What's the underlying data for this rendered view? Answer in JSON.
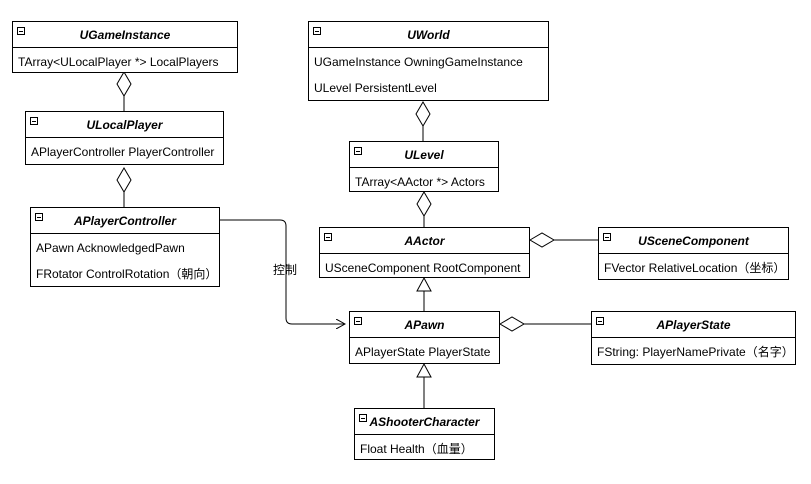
{
  "classes": {
    "ugameinstance": {
      "name": "UGameInstance",
      "attributes": [
        "TArray<ULocalPlayer *>   LocalPlayers"
      ]
    },
    "ulocalplayer": {
      "name": "ULocalPlayer",
      "attributes": [
        "APlayerController PlayerController"
      ]
    },
    "aplayercontroller": {
      "name": "APlayerController",
      "attributes": [
        "APawn AcknowledgedPawn",
        "FRotator ControlRotation（朝向）"
      ]
    },
    "uworld": {
      "name": "UWorld",
      "attributes": [
        "UGameInstance  OwningGameInstance",
        "ULevel  PersistentLevel"
      ]
    },
    "ulevel": {
      "name": "ULevel",
      "attributes": [
        "TArray<AActor *> Actors"
      ]
    },
    "aactor": {
      "name": "AActor",
      "attributes": [
        "USceneComponent RootComponent"
      ]
    },
    "uscenecomponent": {
      "name": "USceneComponent",
      "attributes": [
        "FVector RelativeLocation（坐标）"
      ]
    },
    "apawn": {
      "name": "APawn",
      "attributes": [
        "APlayerState PlayerState"
      ]
    },
    "aplayerstate": {
      "name": "APlayerState",
      "attributes": [
        "FString: PlayerNamePrivate（名字）"
      ]
    },
    "ashootercharacter": {
      "name": "AShooterCharacter",
      "attributes": [
        "Float Health（血量）"
      ]
    }
  },
  "relations": {
    "control_label": "控制"
  }
}
